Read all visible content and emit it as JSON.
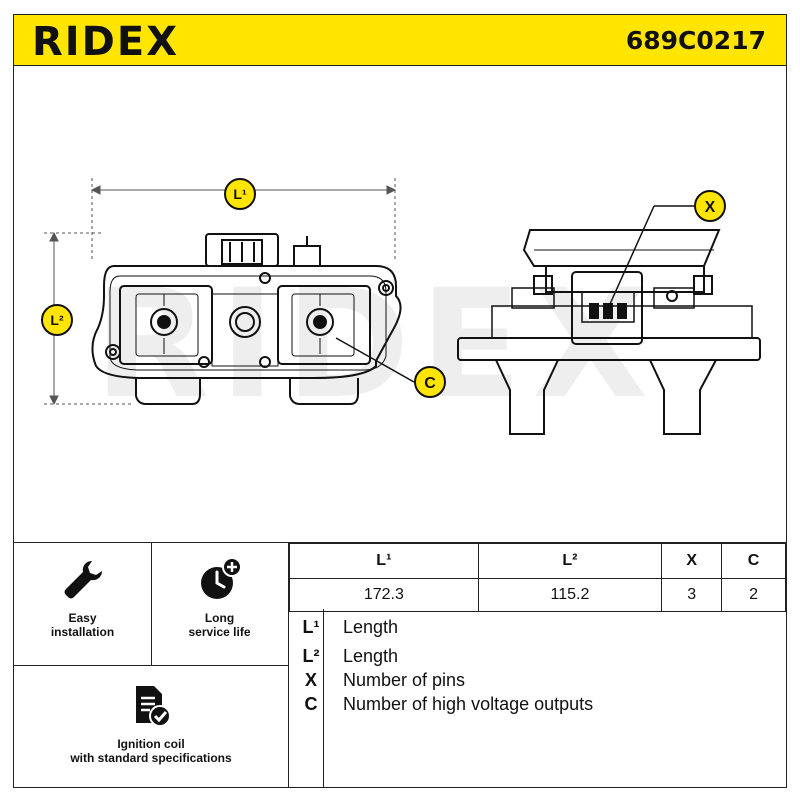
{
  "header": {
    "brand": "RIDEX",
    "part_number": "689C0217"
  },
  "drawing_callouts": {
    "l1": "L¹",
    "l2": "L²",
    "x": "X",
    "c": "C",
    "watermark": "RIDEX"
  },
  "features": [
    {
      "icon": "wrench-icon",
      "label_line1": "Easy",
      "label_line2": "installation"
    },
    {
      "icon": "clock-plus-icon",
      "label_line1": "Long",
      "label_line2": "service life"
    },
    {
      "icon": "document-check-icon",
      "label_line1": "Ignition coil",
      "label_line2": "with standard specifications"
    }
  ],
  "specs": {
    "headers": [
      "L¹",
      "L²",
      "X",
      "C"
    ],
    "values": [
      "172.3",
      "115.2",
      "3",
      "2"
    ]
  },
  "legend": [
    {
      "key": "L¹",
      "desc": "Length"
    },
    {
      "key": "L²",
      "desc": "Length"
    },
    {
      "key": "X",
      "desc": "Number of pins"
    },
    {
      "key": "C",
      "desc": "Number of high voltage outputs"
    }
  ],
  "colors": {
    "accent": "#ffe500",
    "badge_bg": "#111111",
    "badge_text": "#ffe500"
  }
}
